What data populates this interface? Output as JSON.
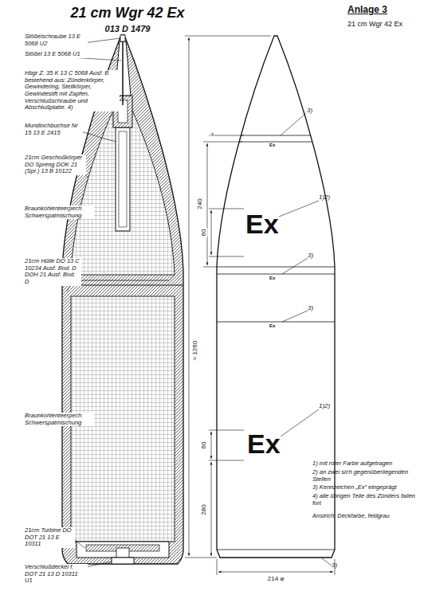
{
  "diagram": {
    "title": "21 cm Wgr 42 Ex",
    "labels": [
      "013 D 1479",
      "Anlage 3",
      "21 cm Wgr 42 Ex",
      "Stößelschraube 13 E 5068 U2",
      "Stößel 13 E 5068 U1",
      "Hbgr Z. 35 K 13 C 5068 Ausf. B bestehend aus: Zünderkörper, Gewindering, Stellkörper, Gewindestift mit Zapfen, Verschlußschraube und Abschlußplatte. 4)",
      "Mundlochbuchse Nr 15 13 E 2415",
      "21cm Geschoßkörper DO Spreng DOK 21 (Spr.) 13 B 10122",
      "Braunkohlenteerpech Schwerspatmischung",
      "21cm Hülle DO 13 C 10234 Ausf. Bod. D DOH 21 Ausf. Bod. D",
      "Braunkohlenteerpech Schwerspatmischung",
      "21cm Turbine DO DOT 21 13 E 10311",
      "Verschlußdeckel f. DOT 21 13 D 10311 U1",
      "3)",
      "6",
      "Ex",
      "240",
      "60",
      "Ex",
      "1)2)",
      "3)",
      "Ex",
      "3)",
      "Ex",
      "≈ 1260",
      "60",
      "Ex",
      "1)2)",
      "280",
      "1) mit roter Farbe aufgetragen",
      "2) an zwei sich gegenüberliegenden Stellen",
      "3) Kennzeichen „Ex“ eingeprägt",
      "4) alle übrigen Teile des Zünders fallen fort",
      "Anstrich: Deckfarbe, feldgrau",
      "3)",
      "214 ⌀"
    ]
  }
}
